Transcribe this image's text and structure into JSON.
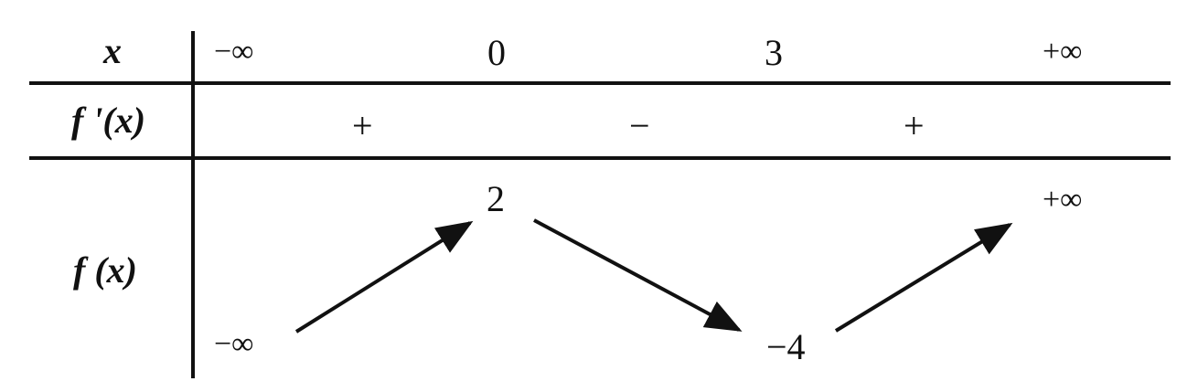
{
  "row_labels": {
    "x": "x",
    "f_prime": "f '(x)",
    "f": "f (x)"
  },
  "x_values": [
    "−∞",
    "0",
    "3",
    "+∞"
  ],
  "derivative_signs": [
    "+",
    "−",
    "+"
  ],
  "function_values": {
    "start": "−∞",
    "max": "2",
    "min": "−4",
    "end": "+∞"
  },
  "arrows": [
    {
      "from": "−∞",
      "to": "2",
      "direction": "increasing"
    },
    {
      "from": "2",
      "to": "−4",
      "direction": "decreasing"
    },
    {
      "from": "−4",
      "to": "+∞",
      "direction": "increasing"
    }
  ]
}
